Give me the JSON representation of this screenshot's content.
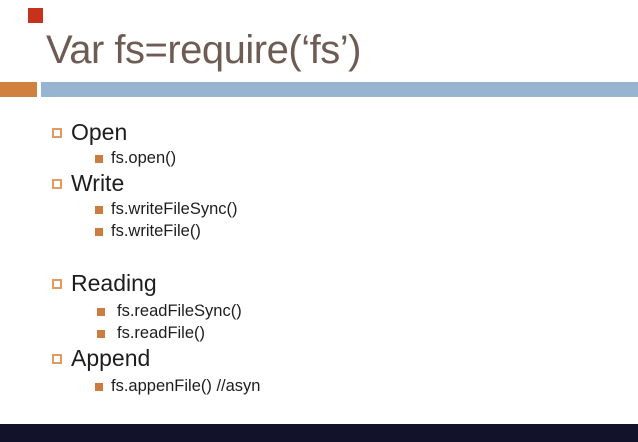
{
  "slide": {
    "title": "Var fs=require(‘fs’)",
    "colors": {
      "background": "#ffffff",
      "title_text": "#6e5c54",
      "accent_orange": "#d0813f",
      "bullet_fill_orange": "#cd7c3f",
      "bullet_outline_orange": "#e09a62",
      "divider_blue": "#97b4d1",
      "body_text": "#1d1d1d",
      "corner_mark_red": "#c8311b",
      "bottom_bar_navy": "#12122a"
    },
    "bullets": [
      {
        "level": 1,
        "icon": "square-outline-bullet-icon",
        "text": "Open"
      },
      {
        "level": 2,
        "icon": "square-filled-bullet-icon",
        "text": "fs.open()"
      },
      {
        "level": 1,
        "icon": "square-outline-bullet-icon",
        "text": "Write"
      },
      {
        "level": 2,
        "icon": "square-filled-bullet-icon",
        "text": "fs.writeFileSync()"
      },
      {
        "level": 2,
        "icon": "square-filled-bullet-icon",
        "text": "fs.writeFile()"
      },
      {
        "level": 1,
        "icon": "square-outline-bullet-icon",
        "text": "Reading"
      },
      {
        "level": 2,
        "icon": "square-filled-bullet-icon",
        "text": "fs.readFileSync()"
      },
      {
        "level": 2,
        "icon": "square-filled-bullet-icon",
        "text": "fs.readFile()"
      },
      {
        "level": 1,
        "icon": "square-outline-bullet-icon",
        "text": "Append"
      },
      {
        "level": 2,
        "icon": "square-filled-bullet-icon",
        "text": "fs.appenFile() //asyn"
      }
    ]
  }
}
